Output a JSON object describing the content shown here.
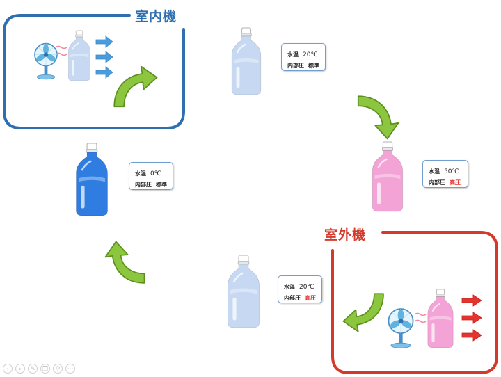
{
  "labels": {
    "indoor_unit": "室内機",
    "outdoor_unit": "室外機"
  },
  "info_boxes": [
    {
      "water_temp_label": "水温",
      "water_temp": "20℃",
      "pressure_label": "内部圧",
      "pressure": "標準"
    },
    {
      "water_temp_label": "水温",
      "water_temp": "50℃",
      "pressure_label": "内部圧",
      "pressure": "高圧"
    },
    {
      "water_temp_label": "水温",
      "water_temp": "20℃",
      "pressure_label": "内部圧",
      "pressure": "高圧"
    },
    {
      "water_temp_label": "水温",
      "water_temp": "0℃",
      "pressure_label": "内部圧",
      "pressure": "標準"
    }
  ],
  "colors": {
    "indoor_border": "#2f6fb0",
    "outdoor_border": "#d33a2c",
    "cycle_arrow": "#8cc63f",
    "cool_air_arrow": "#4a9ddd",
    "hot_air_arrow": "#e3342f",
    "bottle_light": "#c7d9f2",
    "bottle_cold": "#2f7de0",
    "bottle_hot": "#f4a3d6",
    "high_pressure_text": "#e0302a"
  },
  "icons": {
    "toolbar": [
      "previous-icon",
      "next-icon",
      "pen-icon",
      "copy-icon",
      "zoom-icon",
      "more-icon"
    ]
  }
}
